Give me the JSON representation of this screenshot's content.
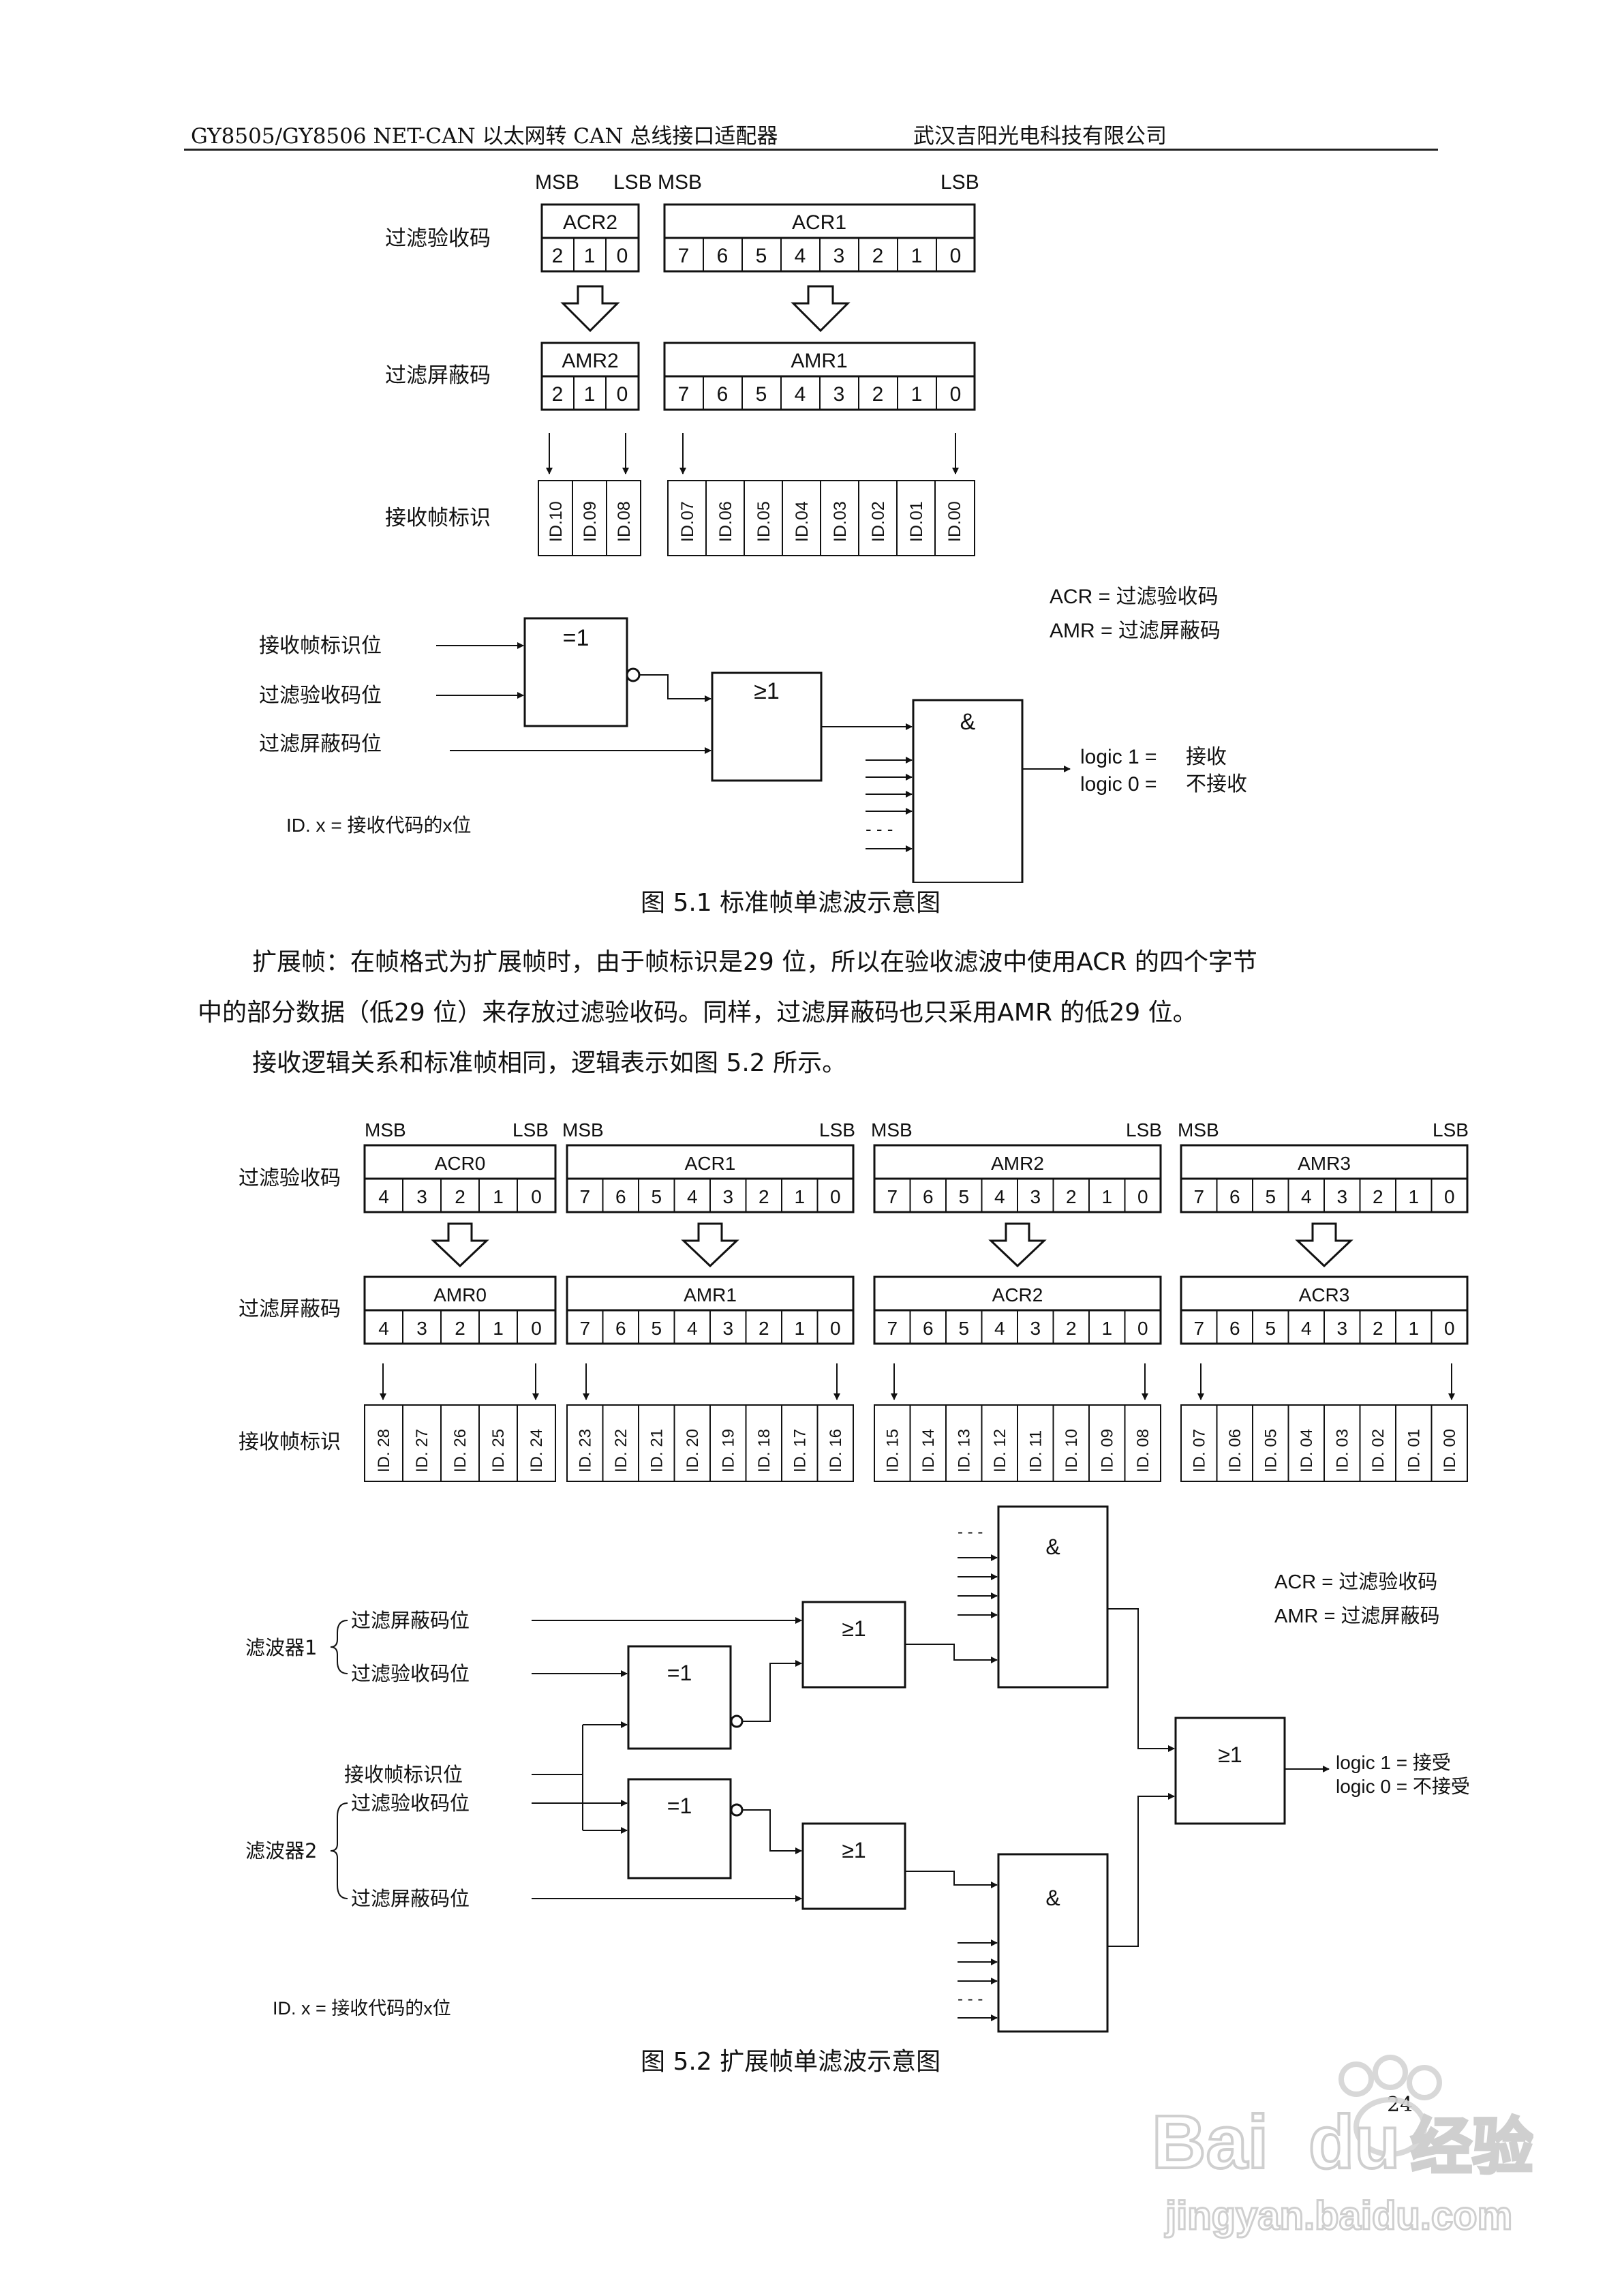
{
  "header": {
    "left": "GY8505/GY8506 NET-CAN 以太网转 CAN 总线接口适配器",
    "right": "武汉吉阳光电科技有限公司"
  },
  "figure1": {
    "msb": "MSB",
    "lsb": "LSB",
    "row_labels": [
      "过滤验收码",
      "过滤屏蔽码",
      "接收帧标识"
    ],
    "acr2": "ACR2",
    "acr1": "ACR1",
    "amr2": "AMR2",
    "amr1": "AMR1",
    "bits3": [
      "2",
      "1",
      "0"
    ],
    "bits8": [
      "7",
      "6",
      "5",
      "4",
      "3",
      "2",
      "1",
      "0"
    ],
    "ids_a": [
      "ID.10",
      "ID.09",
      "ID.08"
    ],
    "ids_b": [
      "ID.07",
      "ID.06",
      "ID.05",
      "ID.04",
      "ID.03",
      "ID.02",
      "ID.01",
      "ID.00"
    ],
    "legend_acr": "ACR = 过滤验收码",
    "legend_amr": "AMR = 过滤屏蔽码",
    "input_labels": [
      "接收帧标识位",
      "过滤验收码位",
      "过滤屏蔽码位"
    ],
    "gate_xor": "=1",
    "gate_or": "≥1",
    "gate_and": "&",
    "logic1": "logic 1 =",
    "logic1_text": "接收",
    "logic0": "logic 0 =",
    "logic0_text": "不接收",
    "dashes": "- - -",
    "idx_note": "ID. x  =   接收代码的x位",
    "caption": "图  5.1  标准帧单滤波示意图"
  },
  "paragraphs": [
    "扩展帧：在帧格式为扩展帧时，由于帧标识是29  位，所以在验收滤波中使用ACR  的四个字节",
    "中的部分数据（低29  位）来存放过滤验收码。同样，过滤屏蔽码也只采用AMR  的低29  位。",
    "接收逻辑关系和标准帧相同，逻辑表示如图  5.2  所示。"
  ],
  "figure2": {
    "msb": "MSB",
    "lsb": "LSB",
    "row_labels": [
      "过滤验收码",
      "过滤屏蔽码",
      "接收帧标识"
    ],
    "top_regs": [
      "ACR0",
      "ACR1",
      "AMR2",
      "AMR3"
    ],
    "bottom_regs": [
      "AMR0",
      "AMR1",
      "ACR2",
      "ACR3"
    ],
    "bits5": [
      "4",
      "3",
      "2",
      "1",
      "0"
    ],
    "bits8": [
      "7",
      "6",
      "5",
      "4",
      "3",
      "2",
      "1",
      "0"
    ],
    "ids_0": [
      "ID. 28",
      "ID. 27",
      "ID. 26",
      "ID. 25",
      "ID. 24"
    ],
    "ids_1": [
      "ID. 23",
      "ID. 22",
      "ID. 21",
      "ID. 20",
      "ID. 19",
      "ID. 18",
      "ID. 17",
      "ID. 16"
    ],
    "ids_2": [
      "ID. 15",
      "ID. 14",
      "ID. 13",
      "ID. 12",
      "ID. 11",
      "ID. 10",
      "ID. 09",
      "ID. 08"
    ],
    "ids_3": [
      "ID. 07",
      "ID. 06",
      "ID. 05",
      "ID. 04",
      "ID. 03",
      "ID. 02",
      "ID. 01",
      "ID. 00"
    ],
    "legend_acr": "ACR = 过滤验收码",
    "legend_amr": "AMR = 过滤屏蔽码",
    "filter1": "滤波器1",
    "filter2": "滤波器2",
    "f1_inputs": [
      "过滤屏蔽码位",
      "过滤验收码位"
    ],
    "f2_inputs": [
      "过滤验收码位",
      "过滤屏蔽码位"
    ],
    "rx_id_bit": "接收帧标识位",
    "gate_xor": "=1",
    "gate_or": "≥1",
    "gate_and": "&",
    "logic1": "logic 1 = 接受",
    "logic0": "logic 0 = 不接受",
    "dashes": "- - -",
    "idx_note": "ID. x  =   接收代码的x位",
    "caption": "图  5.2  扩展帧单滤波示意图"
  },
  "page_number": "24",
  "watermark": {
    "brand": "Bai",
    "brand2": "du",
    "product": "经验",
    "url": "jingyan.baidu.com"
  }
}
